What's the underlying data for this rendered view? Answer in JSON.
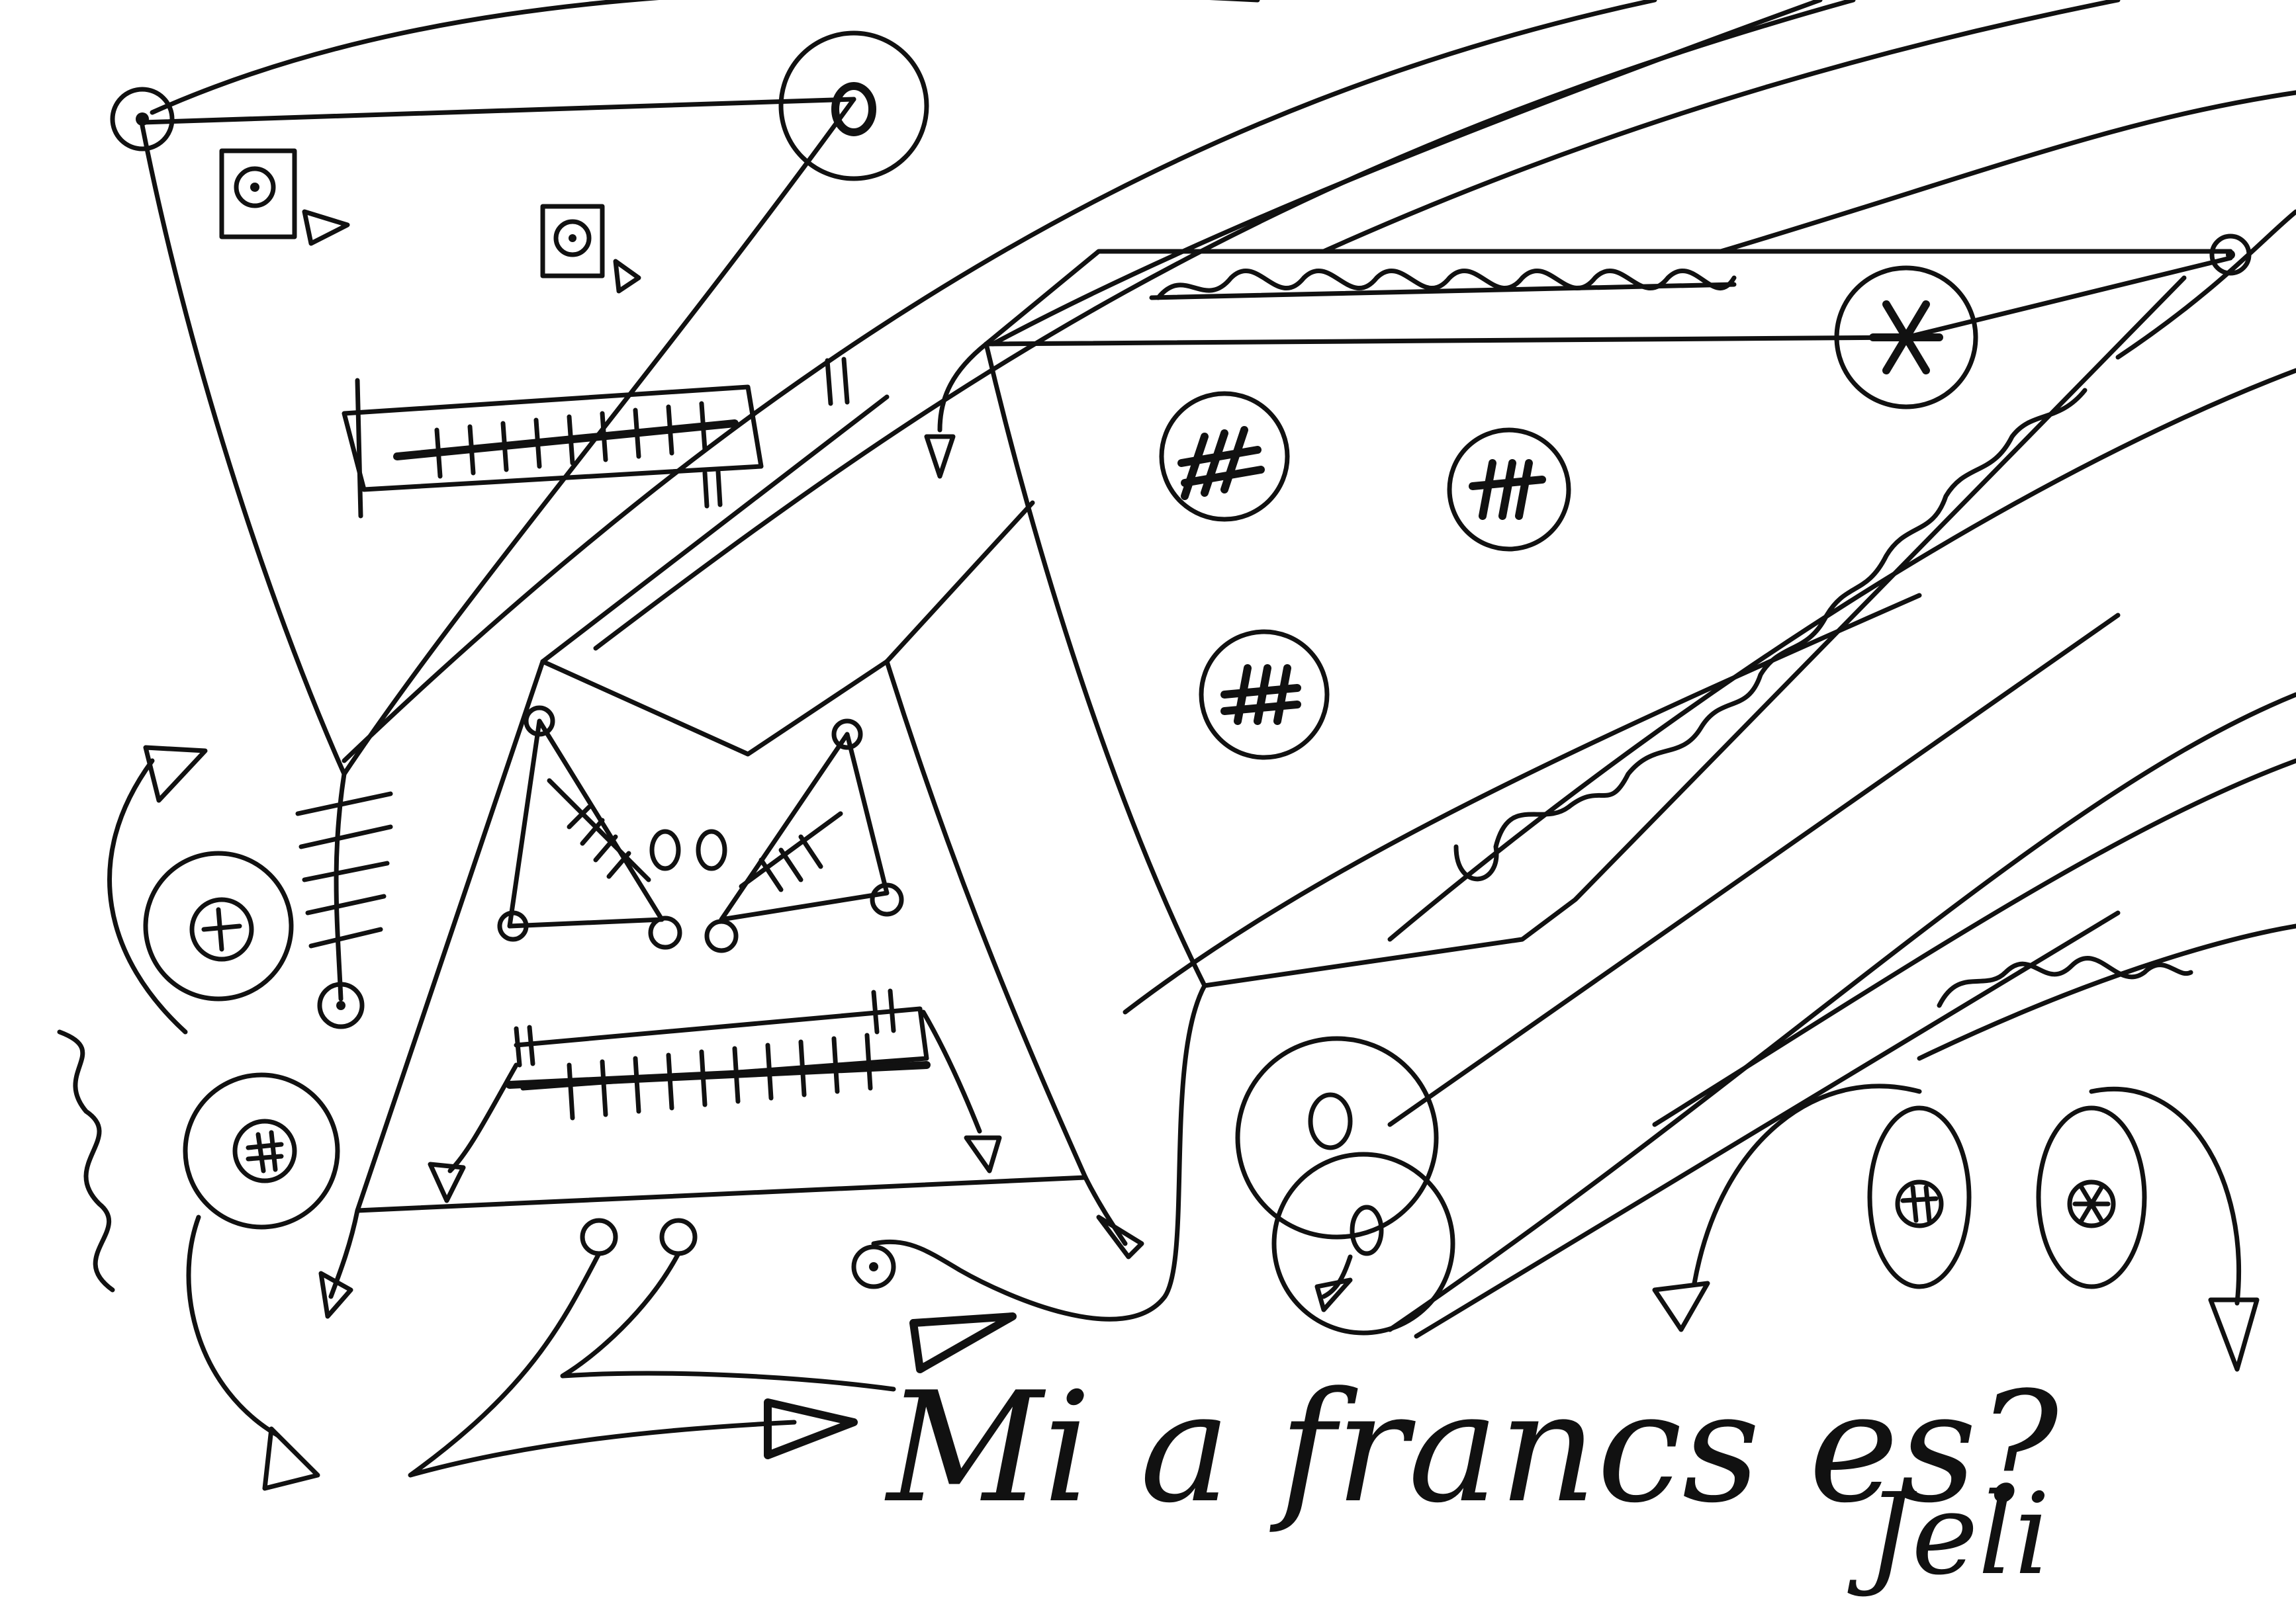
{
  "artwork": {
    "caption": "Mi a francs es?",
    "signature": "Jeli",
    "ink_color": "#111111",
    "paper_color": "#ffffff",
    "style": "black ink line drawing"
  }
}
